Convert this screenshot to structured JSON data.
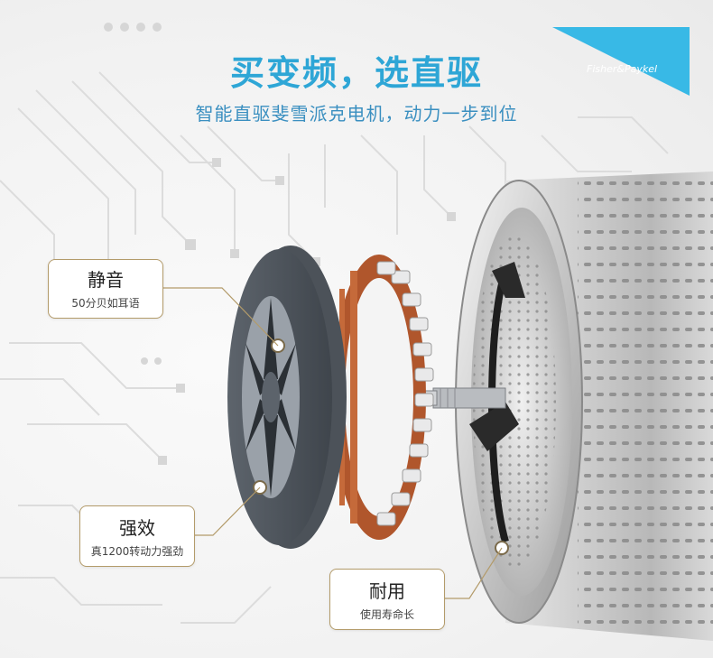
{
  "brand": {
    "name": "Fisher&Paykel",
    "color": "#38b9e6"
  },
  "headline": "买变频，选直驱",
  "subline": "智能直驱斐雪派克电机，动力一步到位",
  "callouts": [
    {
      "title": "静音",
      "subtitle": "50分贝如耳语"
    },
    {
      "title": "强效",
      "subtitle": "真1200转动力强劲"
    },
    {
      "title": "耐用",
      "subtitle": "使用寿命长"
    }
  ],
  "colors": {
    "accent": "#2ea6d6",
    "callout_border": "#b39b6a",
    "copper": "#b0562c"
  }
}
